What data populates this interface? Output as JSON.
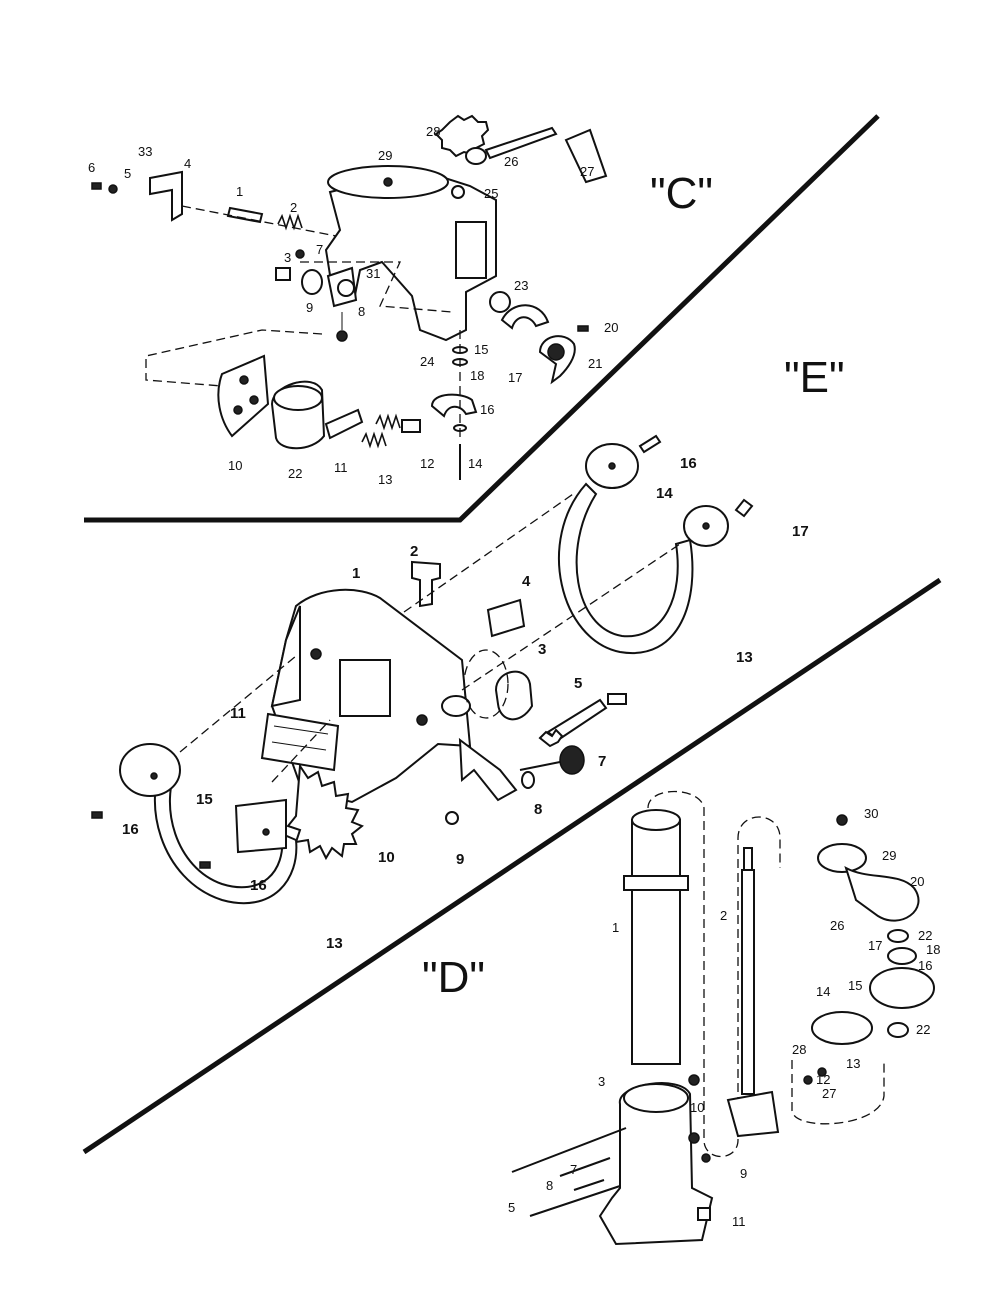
{
  "sections": {
    "c": "\"C\"",
    "e": "\"E\"",
    "d": "\"D\""
  },
  "callouts": {
    "c": [
      "33",
      "4",
      "6",
      "5",
      "1",
      "2",
      "3",
      "7",
      "9",
      "8",
      "31",
      "29",
      "28",
      "26",
      "27",
      "25",
      "23",
      "20",
      "21",
      "24",
      "15",
      "18",
      "17",
      "16",
      "14",
      "10",
      "22",
      "11",
      "13",
      "12"
    ],
    "e": [
      "2",
      "1",
      "4",
      "3",
      "5",
      "7",
      "8",
      "9",
      "10",
      "11",
      "15",
      "16",
      "16",
      "13",
      "13",
      "14",
      "16",
      "17"
    ],
    "d": [
      "1",
      "2",
      "3",
      "10",
      "7",
      "8",
      "5",
      "9",
      "11",
      "30",
      "29",
      "20",
      "26",
      "22",
      "17",
      "18",
      "16",
      "14",
      "15",
      "22",
      "13",
      "28",
      "12",
      "27"
    ]
  }
}
